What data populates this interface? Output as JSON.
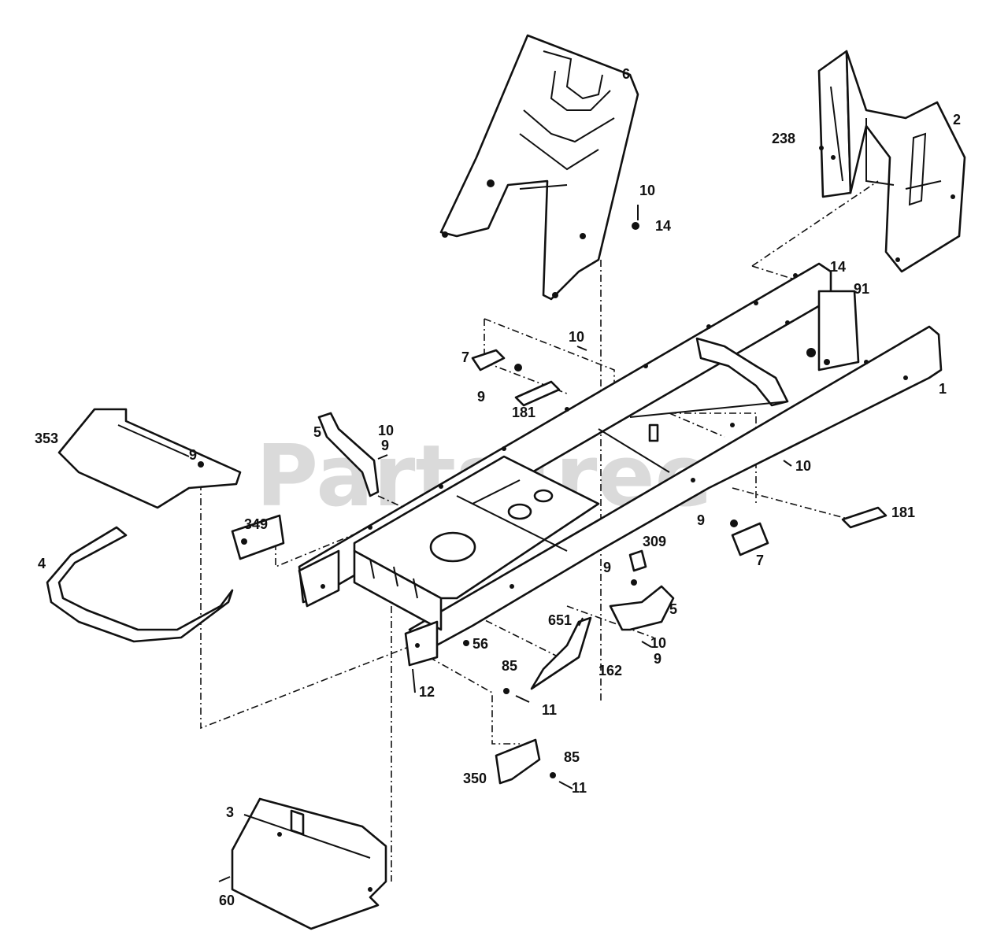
{
  "watermark": "PartsTree",
  "callouts": [
    {
      "id": "label-6",
      "text": "6"
    },
    {
      "id": "label-2",
      "text": "2"
    },
    {
      "id": "label-238",
      "text": "238"
    },
    {
      "id": "label-10-top",
      "text": "10"
    },
    {
      "id": "label-14-top",
      "text": "14"
    },
    {
      "id": "label-14-rear",
      "text": "14"
    },
    {
      "id": "label-91",
      "text": "91"
    },
    {
      "id": "label-10-mid",
      "text": "10"
    },
    {
      "id": "label-7-left",
      "text": "7"
    },
    {
      "id": "label-9-left",
      "text": "9"
    },
    {
      "id": "label-181-left",
      "text": "181"
    },
    {
      "id": "label-1",
      "text": "1"
    },
    {
      "id": "label-353",
      "text": "353"
    },
    {
      "id": "label-5-left",
      "text": "5"
    },
    {
      "id": "label-10-left",
      "text": "10"
    },
    {
      "id": "label-9-left2",
      "text": "9"
    },
    {
      "id": "label-9-bumper",
      "text": "9"
    },
    {
      "id": "label-10-right",
      "text": "10"
    },
    {
      "id": "label-181-right",
      "text": "181"
    },
    {
      "id": "label-349",
      "text": "349"
    },
    {
      "id": "label-9-right",
      "text": "9"
    },
    {
      "id": "label-309",
      "text": "309"
    },
    {
      "id": "label-7-right",
      "text": "7"
    },
    {
      "id": "label-9-309",
      "text": "9"
    },
    {
      "id": "label-4",
      "text": "4"
    },
    {
      "id": "label-5-right",
      "text": "5"
    },
    {
      "id": "label-651",
      "text": "651"
    },
    {
      "id": "label-56",
      "text": "56"
    },
    {
      "id": "label-10-bottom",
      "text": "10"
    },
    {
      "id": "label-9-bottom",
      "text": "9"
    },
    {
      "id": "label-162",
      "text": "162"
    },
    {
      "id": "label-85-top",
      "text": "85"
    },
    {
      "id": "label-12",
      "text": "12"
    },
    {
      "id": "label-11-top",
      "text": "11"
    },
    {
      "id": "label-85-bottom",
      "text": "85"
    },
    {
      "id": "label-350",
      "text": "350"
    },
    {
      "id": "label-11-bottom",
      "text": "11"
    },
    {
      "id": "label-3",
      "text": "3"
    },
    {
      "id": "label-60",
      "text": "60"
    }
  ]
}
